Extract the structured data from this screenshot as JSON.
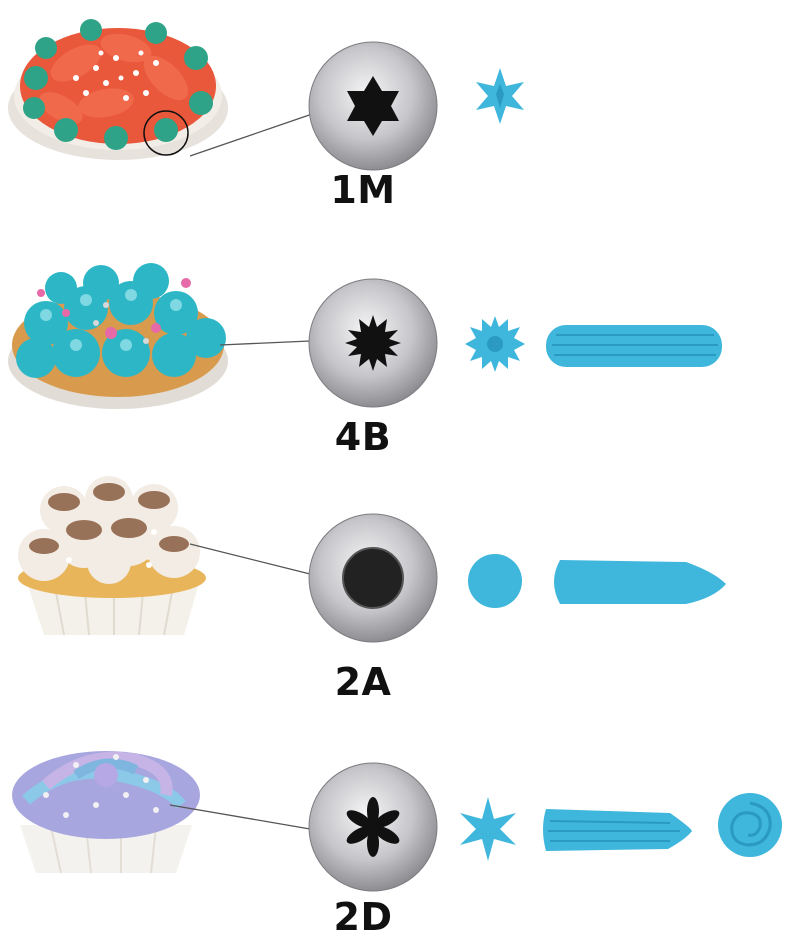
{
  "colors": {
    "icing": "#3fb6dc",
    "icing_dark": "#2a9ac2",
    "steel": "#c9c9cc",
    "tip_hole": "#111111"
  },
  "tips": [
    {
      "label": "1M",
      "dessert": "orange-and-green-star-piped-tart",
      "nozzle_shape": "six-point-star",
      "results": [
        "star-drop"
      ]
    },
    {
      "label": "4B",
      "dessert": "teal-rosette-tart",
      "nozzle_shape": "open-star-serrated",
      "results": [
        "round-star-drop",
        "ridged-log"
      ]
    },
    {
      "label": "2A",
      "dessert": "cocoa-dusted-meringue-cupcake",
      "nozzle_shape": "round",
      "results": [
        "dot",
        "smooth-log"
      ]
    },
    {
      "label": "2D",
      "dessert": "lavender-swirl-cupcake",
      "nozzle_shape": "closed-star",
      "results": [
        "star-drop",
        "ridged-log",
        "rose-swirl"
      ]
    }
  ]
}
